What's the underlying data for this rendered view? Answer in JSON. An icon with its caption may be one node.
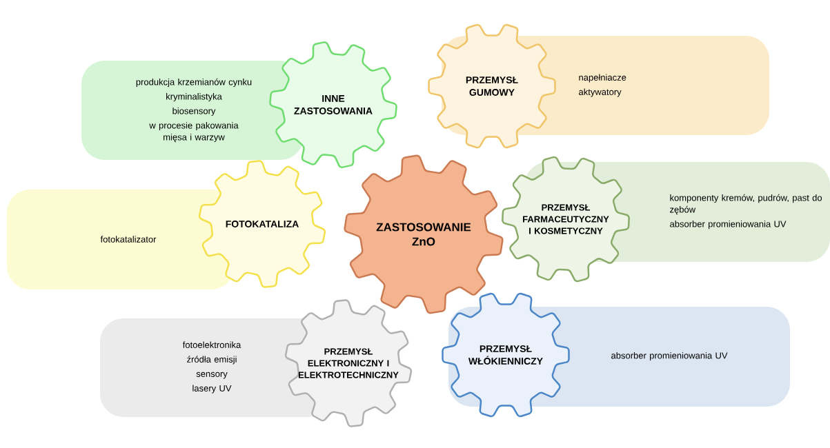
{
  "diagram": {
    "nodes": [
      {
        "text": [
          "produkcja krzemianów cynku",
          "kryminalistyka",
          "biosensory",
          "w procesie pakowania mięsa i warzyw"
        ]
      },
      {
        "text": [
          "INNE ZASTOSOWANIA"
        ]
      },
      {
        "text": [
          "PRZEMYSŁ GUMOWY"
        ]
      },
      {
        "text": [
          "napełniacze",
          "aktywatory"
        ]
      },
      {
        "text": [
          "fotokatalizator"
        ]
      },
      {
        "text": [
          "FOTOKATALIZA"
        ]
      },
      {
        "text": [
          "ZASTOSOWANIE ZnO"
        ]
      },
      {
        "text": [
          "PRZEMYSŁ FARMACEUTYCZNY I KOSMETYCZNY"
        ]
      },
      {
        "text": [
          "komponenty kremów, pudrów, past do zębów",
          "absorber promieniowania UV"
        ]
      },
      {
        "text": [
          "fotoelektronika",
          "źródła emisji",
          "sensory",
          "lasery UV"
        ]
      },
      {
        "text": [
          "PRZEMYSŁ ELEKTRONICZNY I ELEKTROTECHNICZNY"
        ]
      },
      {
        "text": [
          "PRZEMYSŁ WŁÓKIENNICZY"
        ]
      },
      {
        "text": [
          "absorber promieniowania UV"
        ]
      }
    ]
  }
}
